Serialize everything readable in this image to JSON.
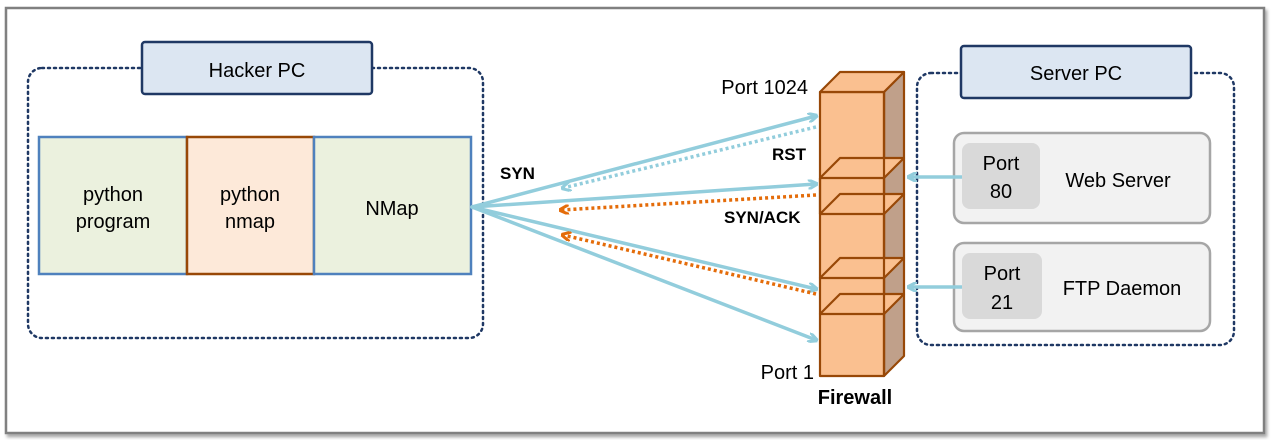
{
  "hacker_pc": {
    "title": "Hacker PC",
    "components": [
      {
        "line1": "python",
        "line2": "program"
      },
      {
        "line1": "python",
        "line2": "nmap"
      },
      {
        "line1": "NMap"
      }
    ]
  },
  "server_pc": {
    "title": "Server PC",
    "services": [
      {
        "port_word": "Port",
        "port_number": "80",
        "name": "Web Server"
      },
      {
        "port_word": "Port",
        "port_number": "21",
        "name": "FTP Daemon"
      }
    ]
  },
  "firewall": {
    "label": "Firewall",
    "port_top": "Port 1024",
    "port_bottom": "Port 1"
  },
  "packets": {
    "syn": "SYN",
    "rst": "RST",
    "synack": "SYN/ACK"
  },
  "colors": {
    "syn_arrow": "#92cddc",
    "reply_arrow": "#e46c0a",
    "box_border": "#4f81bd",
    "hacker_green": "#ebf1de",
    "hacker_orange": "#fde9d9",
    "firewall_front": "#fac090",
    "firewall_side": "#c0a08a",
    "firewall_stroke": "#984807",
    "service_fill": "#f2f2f2",
    "port_fill": "#d9d9d9",
    "title_fill": "#dce6f2",
    "dotted_border": "#1f3864"
  }
}
